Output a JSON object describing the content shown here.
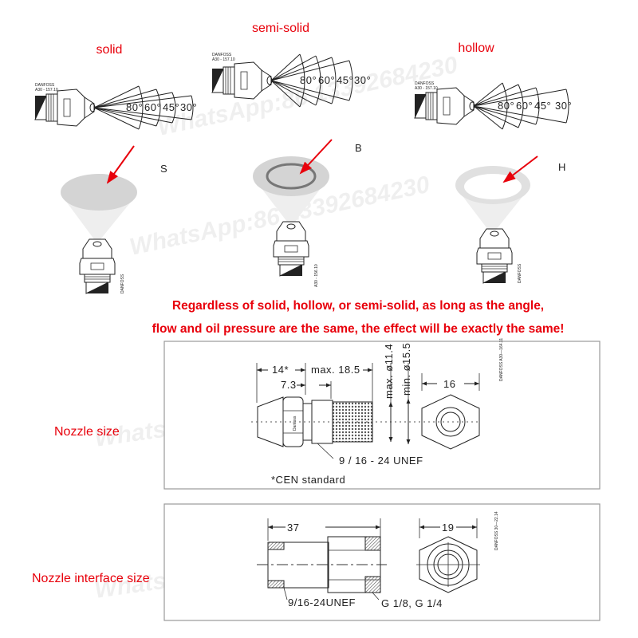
{
  "spray_types": {
    "solid": {
      "label": "solid",
      "letter": "S"
    },
    "semi_solid": {
      "label": "semi-solid",
      "letter": "B"
    },
    "hollow": {
      "label": "hollow",
      "letter": "H"
    }
  },
  "spray_angles": [
    "80°",
    "60°",
    "45°",
    "30°"
  ],
  "nozzle_marking": {
    "brand": "DANFOSS",
    "code": "A30 - 157.10",
    "upright_code": "A30 - 156.10",
    "logo": "Danfoss"
  },
  "note": {
    "line1": "Regardless of solid, hollow, or semi-solid, as long as the angle,",
    "line2": "flow and oil pressure are the same, the effect will be exactly the same!"
  },
  "nozzle_size": {
    "label": "Nozzle size",
    "dim_length_cen": "14*",
    "dim_max_length": "max. 18.5",
    "dim_hex_depth": "7.3",
    "dim_max_diameter": "max. ø11.4",
    "dim_min_diameter": "min. ø15.5",
    "dim_hex": "16",
    "thread": "9 / 16 - 24  UNEF",
    "footnote": "*CEN  standard",
    "drawing_id": "DANFOSS A30—164.11"
  },
  "interface_size": {
    "label": "Nozzle interface size",
    "dim_length": "37",
    "dim_hex": "19",
    "thread_in": "9/16-24UNEF",
    "thread_out": "G  1/8,  G  1/4",
    "drawing_id": "DANFOSS 30—22.14"
  },
  "watermark": "WhatsApp:86 13392684230",
  "colors": {
    "accent_red": "#e8000b",
    "spray_gray": "#d4d4d4",
    "ring_dark": "#777777"
  }
}
